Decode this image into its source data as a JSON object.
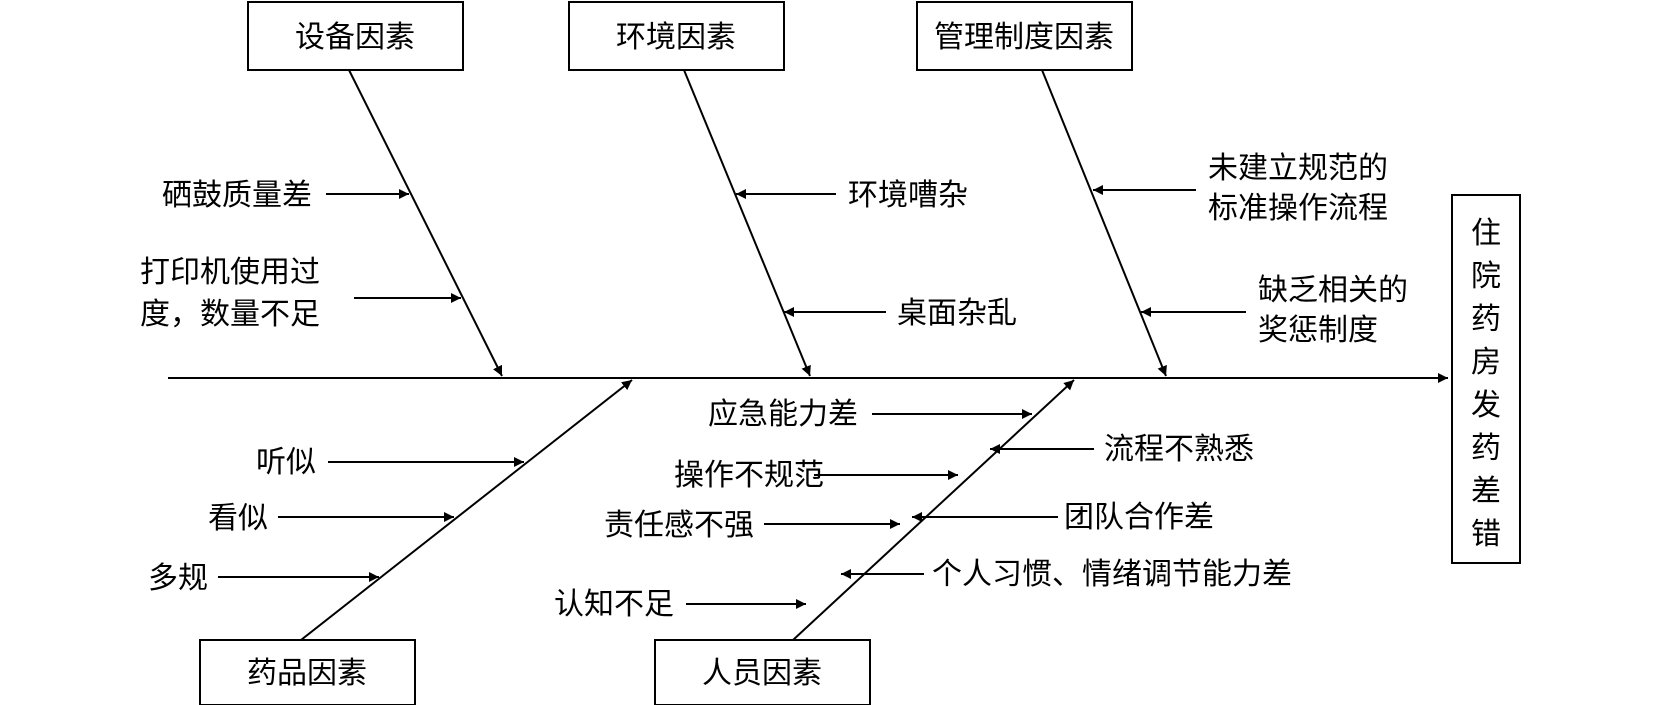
{
  "effect": {
    "chars": [
      "住",
      "院",
      "药",
      "房",
      "发",
      "药",
      "差",
      "错"
    ]
  },
  "categories": {
    "equipment": "设备因素",
    "environment": "环境因素",
    "management": "管理制度因素",
    "drug": "药品因素",
    "personnel": "人员因素"
  },
  "causes": {
    "equipment": {
      "c1": "硒鼓质量差",
      "c2_line1": "打印机使用过",
      "c2_line2": "度，数量不足"
    },
    "environment": {
      "c1": "环境嘈杂",
      "c2": "桌面杂乱"
    },
    "management": {
      "c1_line1": "未建立规范的",
      "c1_line2": "标准操作流程",
      "c2_line1": "缺乏相关的",
      "c2_line2": "奖惩制度"
    },
    "drug": {
      "c1": "听似",
      "c2": "看似",
      "c3": "多规"
    },
    "personnel": {
      "c1": "应急能力差",
      "c2": "流程不熟悉",
      "c3": "操作不规范",
      "c4": "团队合作差",
      "c5": "责任感不强",
      "c6": "个人习惯、情绪调节能力差",
      "c7": "认知不足"
    }
  }
}
